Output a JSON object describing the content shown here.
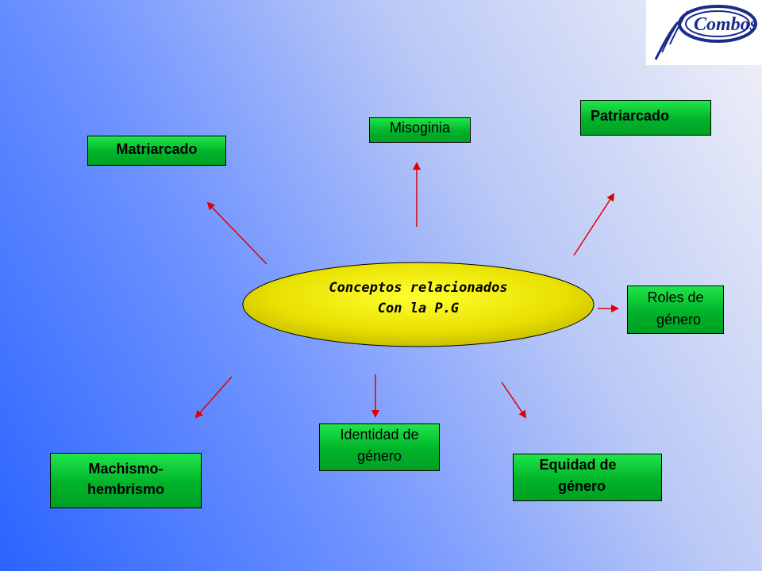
{
  "center": {
    "line1": "Conceptos relacionados",
    "line2": "Con la P.G"
  },
  "concepts": {
    "matriarcado": "Matriarcado",
    "misoginia": "Misoginia",
    "patriarcado": "Patriarcado",
    "roles_line1": "Roles de",
    "roles_line2": "género",
    "machismo_line1": "Machismo-",
    "machismo_line2": "hembrismo",
    "identidad_line1": "Identidad de",
    "identidad_line2": "género",
    "equidad_line1": "Equidad de",
    "equidad_line2": "género"
  },
  "logo": {
    "text": "Combos"
  },
  "colors": {
    "box_fill": "#00c030",
    "ellipse_fill": "#e8e000",
    "arrow": "#e00000",
    "background_start": "#2a64ff",
    "background_end": "#f2f2f7"
  }
}
